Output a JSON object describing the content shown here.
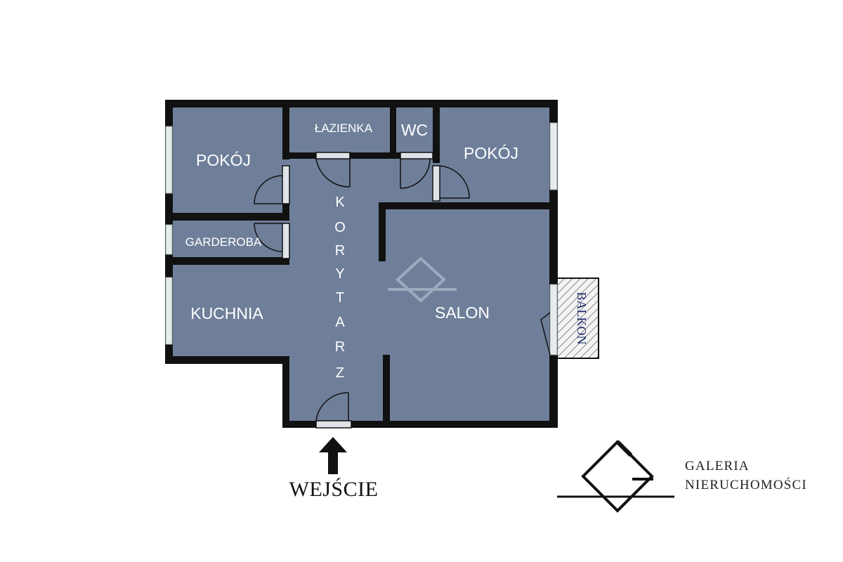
{
  "rooms": {
    "pokoj_left": "POKÓJ",
    "lazienka": "ŁAZIENKA",
    "wc": "WC",
    "pokoj_right": "POKÓJ",
    "garderoba": "GARDEROBA",
    "kuchnia": "KUCHNIA",
    "salon": "SALON",
    "balkon": "BALKON",
    "korytarz": [
      "K",
      "O",
      "R",
      "Y",
      "T",
      "A",
      "R",
      "Z"
    ]
  },
  "entry": "WEJŚCIE",
  "brand": {
    "line1": "GALERIA",
    "line2": "NIERUCHOMOŚCI"
  },
  "colors": {
    "floor": "#6f7f9a",
    "wall": "#111111",
    "window": "#e8ecef",
    "background": "#ffffff"
  }
}
